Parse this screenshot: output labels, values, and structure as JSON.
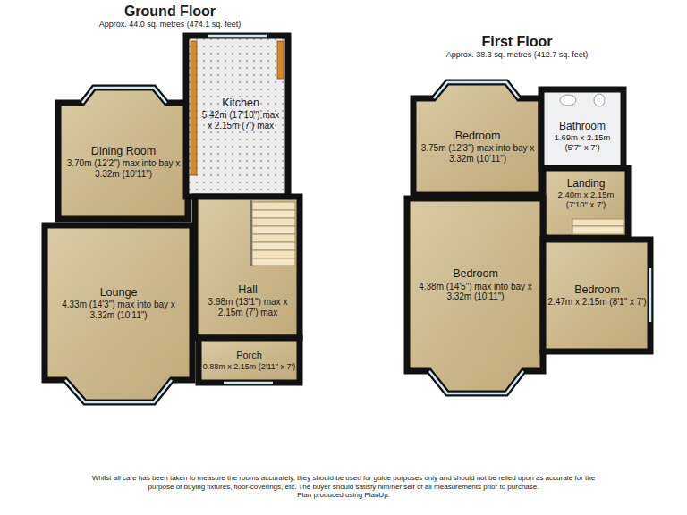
{
  "diagram": {
    "nodes": [
      {
        "text": [
          "Kitchen",
          "5.42m (17'10\") max x 2.15m (7') max"
        ]
      },
      {
        "text": [
          "Dining Room",
          "3.70m (12'2\") max into bay x 3.32m (10'11\")"
        ]
      },
      {
        "text": [
          "Hall",
          "3.98m (13'1\") max x 2.15m (7') max"
        ]
      },
      {
        "text": [
          "Lounge",
          "4.33m (14'3\") max into bay x 3.32m (10'11\")"
        ]
      },
      {
        "text": [
          "Porch",
          "0.88m x 2.15m (2'11\" x 7')"
        ]
      },
      {
        "text": [
          "Bedroom",
          "3.75m (12'3\") max into bay x 3.32m (10'11\")"
        ]
      },
      {
        "text": [
          "Bathroom",
          "1.69m x 2.15m (5'7\" x 7')"
        ]
      },
      {
        "text": [
          "Landing",
          "2.40m x 2.15m (7'10\" x 7')"
        ]
      },
      {
        "text": [
          "Bedroom",
          "4.38m (14'5\") max into bay x 3.32m (10'11\")"
        ]
      },
      {
        "text": [
          "Bedroom",
          "2.47m x 2.15m (8'1\" x 7')"
        ]
      }
    ],
    "labels": [
      "Ground Floor",
      "Approx. 44.0 sq. metres (474.1 sq. feet)",
      "First Floor",
      "Approx. 38.3 sq. metres (412.7 sq. feet)",
      "Whilst all care has been taken to measure the rooms accurately, they should be used for guide purposes only and should not be relied upon as accurate for the purpose of buying fixtures, floor-coverings, etc. The buyer should satisfy him/her self of all measurements prior to purchase.",
      "Plan produced using PlanUp."
    ]
  }
}
